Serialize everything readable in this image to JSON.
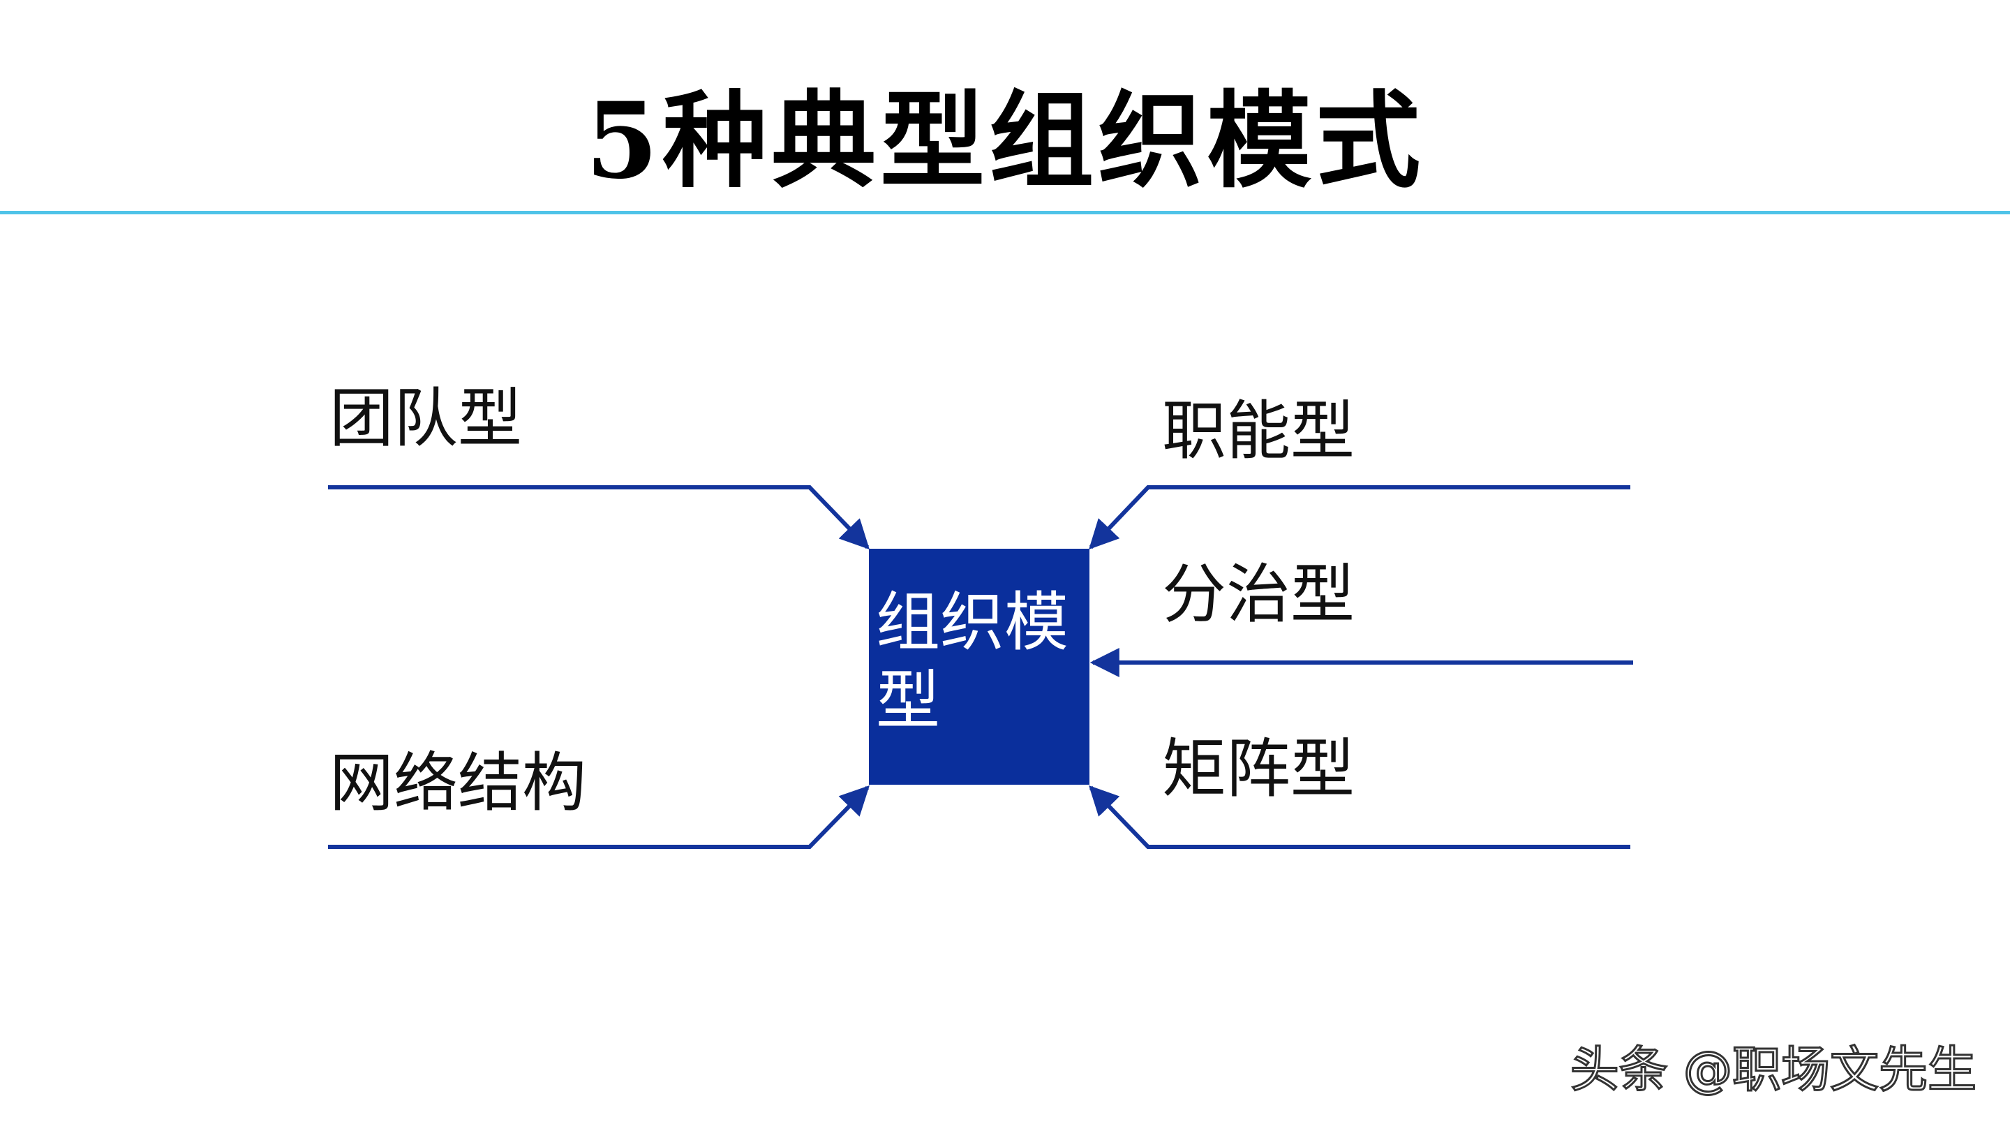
{
  "title": "5种典型组织模式",
  "colors": {
    "accent_rule": "#4fc3e8",
    "connector": "#13349c",
    "center_fill": "#0a2f9c"
  },
  "diagram": {
    "center": {
      "label": "组织模型"
    },
    "left_nodes": [
      {
        "label": "团队型"
      },
      {
        "label": "网络结构"
      }
    ],
    "right_nodes": [
      {
        "label": "职能型"
      },
      {
        "label": "分治型"
      },
      {
        "label": "矩阵型"
      }
    ]
  },
  "watermark": "头条 @职场文先生"
}
